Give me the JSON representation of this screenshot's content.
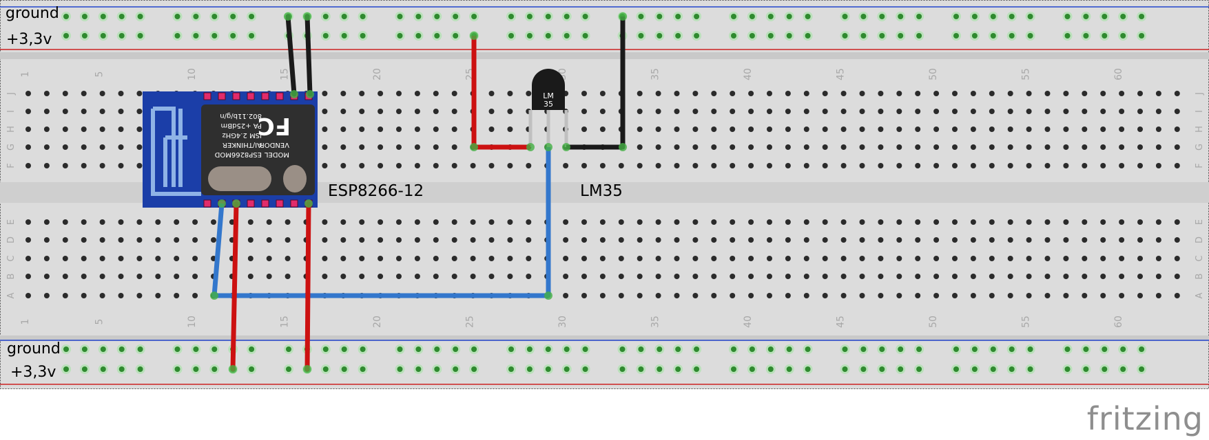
{
  "rails": {
    "top": {
      "ground_label": "ground",
      "power_label": "+3,3v"
    },
    "bottom": {
      "ground_label": "ground",
      "power_label": "+3,3v"
    }
  },
  "column_numbers": [
    "1",
    "5",
    "10",
    "15",
    "20",
    "25",
    "30",
    "35",
    "40",
    "45",
    "50",
    "55",
    "60"
  ],
  "row_letters": {
    "upper": [
      "J",
      "I",
      "H",
      "G",
      "F"
    ],
    "lower": [
      "E",
      "D",
      "C",
      "B",
      "A"
    ]
  },
  "parts": {
    "esp": {
      "label": "ESP8266-12",
      "markings": [
        "MODEL",
        "VENDOR",
        "ESP8266MOD",
        "AI/THINKER",
        "ISM 2.4GHz",
        "PA +25dBm",
        "802.11b/g/n"
      ]
    },
    "sensor": {
      "label": "LM35",
      "body_text": [
        "LM",
        "35"
      ]
    }
  },
  "wire_colors": {
    "power": "#cc1111",
    "ground": "#1a1a1a",
    "signal": "#3377cc"
  },
  "brand": "fritzing"
}
